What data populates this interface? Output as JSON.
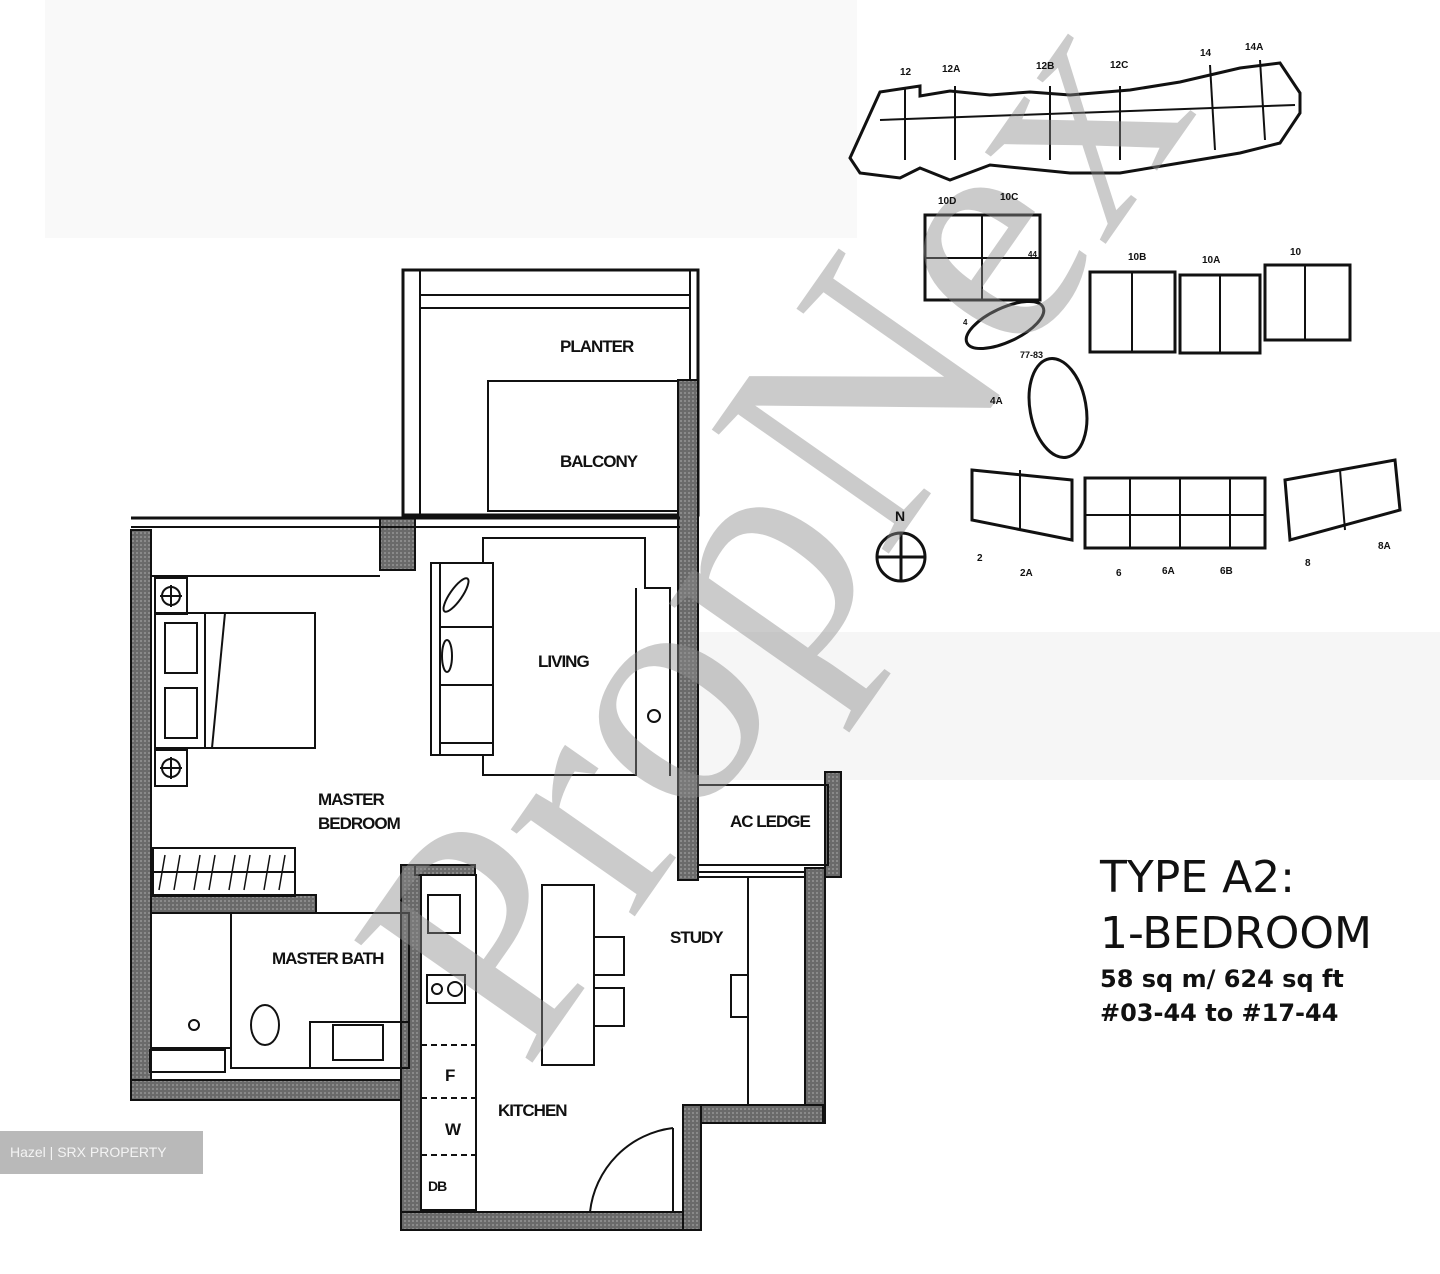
{
  "floorplan": {
    "rooms": {
      "planter": "PLANTER",
      "balcony": "BALCONY",
      "living": "LIVING",
      "master_bedroom_line1": "MASTER",
      "master_bedroom_line2": "BEDROOM",
      "ac_ledge": "AC LEDGE",
      "master_bath": "MASTER BATH",
      "study": "STUDY",
      "kitchen": "KITCHEN",
      "fridge": "F",
      "washer": "W",
      "db": "DB"
    }
  },
  "site_plan": {
    "compass": "N",
    "blocks_top_row": [
      "12",
      "12A",
      "12B",
      "12C",
      "14",
      "14A"
    ],
    "blocks_middle": [
      "10D",
      "10C",
      "44",
      "10B",
      "10A",
      "10",
      "4",
      "77-83",
      "4A"
    ],
    "blocks_bottom_row": [
      "2",
      "2A",
      "6",
      "6A",
      "6B",
      "8",
      "8A"
    ]
  },
  "unit_info": {
    "type": "TYPE A2:",
    "bedrooms": "1-BEDROOM",
    "area": "58 sq m/ 624 sq ft",
    "units": "#03-44 to #17-44"
  },
  "watermark": "PropNex",
  "agent_badge": "Hazel | SRX PROPERTY"
}
